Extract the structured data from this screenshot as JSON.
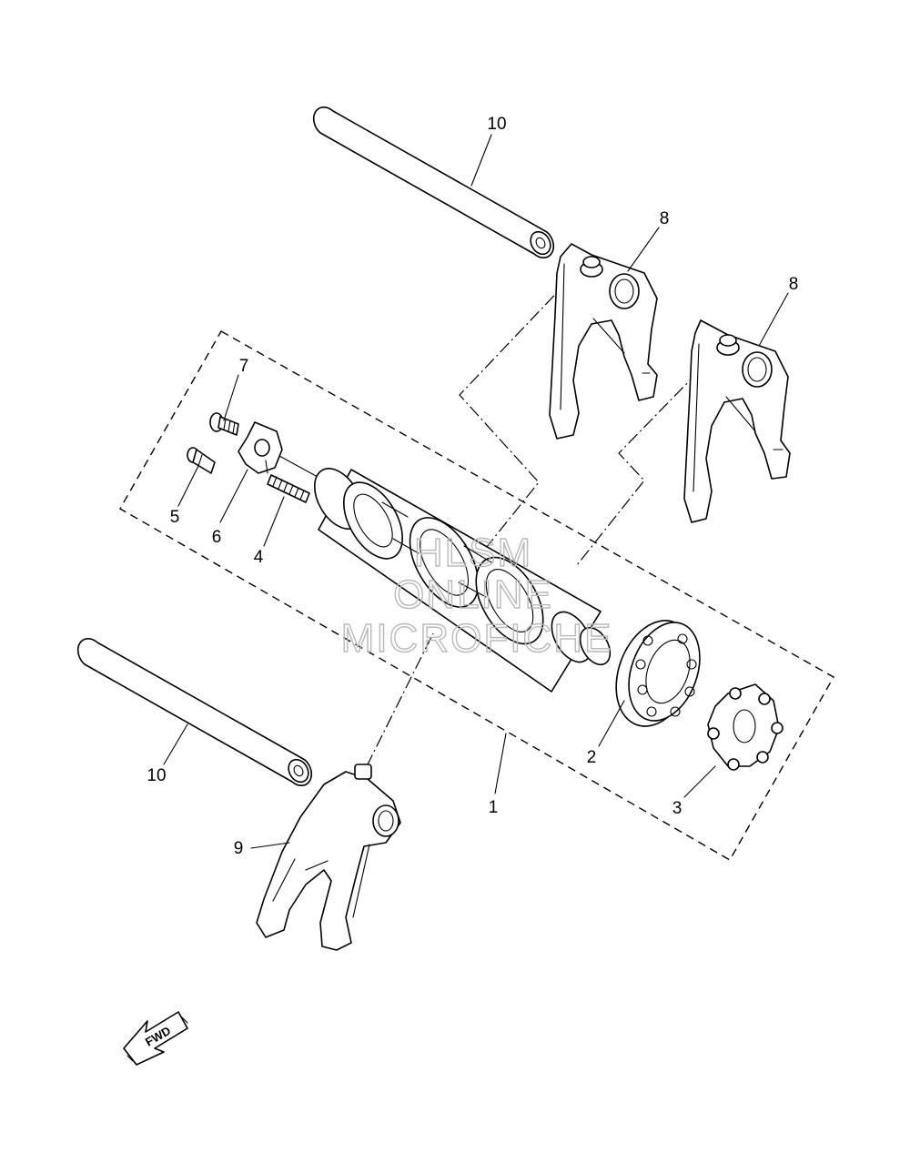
{
  "diagram": {
    "callouts": {
      "c1": "1",
      "c2": "2",
      "c3": "3",
      "c4": "4",
      "c5": "5",
      "c6": "6",
      "c7": "7",
      "c8a": "8",
      "c8b": "8",
      "c9": "9",
      "c10a": "10",
      "c10b": "10"
    },
    "watermark": [
      "HLSM",
      "ONLINE",
      "MICROFICHE"
    ],
    "direction_marker": "FWD"
  }
}
